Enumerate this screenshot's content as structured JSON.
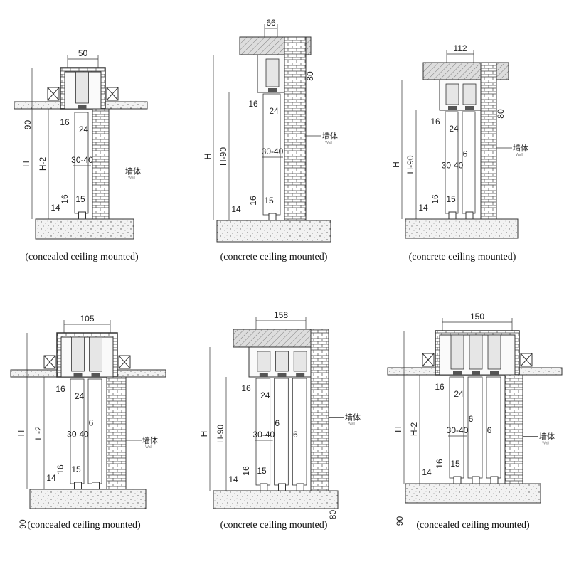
{
  "title": "Sliding door track installation diagrams",
  "panels": [
    {
      "caption": "(concealed ceiling mounted)",
      "mount": "concealed",
      "doors": 1,
      "labels": {
        "top": "50",
        "side": "90",
        "gap_left": "16",
        "track": "24",
        "H": "H",
        "H2": "H-2",
        "clear": "30-40",
        "gaps": [],
        "wall_cn": "墙体",
        "wall_en": "Wall",
        "bot16": "16",
        "bot15": "15",
        "bot14": "14"
      }
    },
    {
      "caption": "(concrete ceiling mounted)",
      "mount": "concrete",
      "doors": 1,
      "labels": {
        "top": "66",
        "side": "80",
        "gap_left": "16",
        "track": "24",
        "H": "H",
        "H2": "H-90",
        "clear": "30-40",
        "gaps": [],
        "wall_cn": "墙体",
        "wall_en": "Wall",
        "bot16": "16",
        "bot15": "15",
        "bot14": "14"
      }
    },
    {
      "caption": "(concrete ceiling mounted)",
      "mount": "concrete",
      "doors": 2,
      "labels": {
        "top": "112",
        "side": "80",
        "gap_left": "16",
        "track": "24",
        "H": "H",
        "H2": "H-90",
        "clear": "30-40",
        "gaps": [
          "6"
        ],
        "wall_cn": "墙体",
        "wall_en": "Wall",
        "bot16": "16",
        "bot15": "15",
        "bot14": "14"
      }
    },
    {
      "caption": "(concealed ceiling mounted)",
      "mount": "concealed",
      "doors": 2,
      "labels": {
        "top": "105",
        "side": "90",
        "gap_left": "16",
        "track": "24",
        "H": "H",
        "H2": "H-2",
        "clear": "30-40",
        "gaps": [
          "6"
        ],
        "wall_cn": "墙体",
        "wall_en": "Wall",
        "bot16": "16",
        "bot15": "15",
        "bot14": "14"
      }
    },
    {
      "caption": "(concrete ceiling mounted)",
      "mount": "concrete",
      "doors": 3,
      "labels": {
        "top": "158",
        "side": "80",
        "gap_left": "16",
        "track": "24",
        "H": "H",
        "H2": "H-90",
        "clear": "30-40",
        "gaps": [
          "6",
          "6"
        ],
        "wall_cn": "墙体",
        "wall_en": "Wall",
        "bot16": "16",
        "bot15": "15",
        "bot14": "14"
      }
    },
    {
      "caption": "(concealed ceiling mounted)",
      "mount": "concealed",
      "doors": 3,
      "labels": {
        "top": "150",
        "side": "90",
        "gap_left": "16",
        "track": "24",
        "H": "H",
        "H2": "H-2",
        "clear": "30-40",
        "gaps": [
          "6",
          "6"
        ],
        "wall_cn": "墙体",
        "wall_en": "Wall",
        "bot16": "16",
        "bot15": "15",
        "bot14": "14"
      }
    }
  ]
}
